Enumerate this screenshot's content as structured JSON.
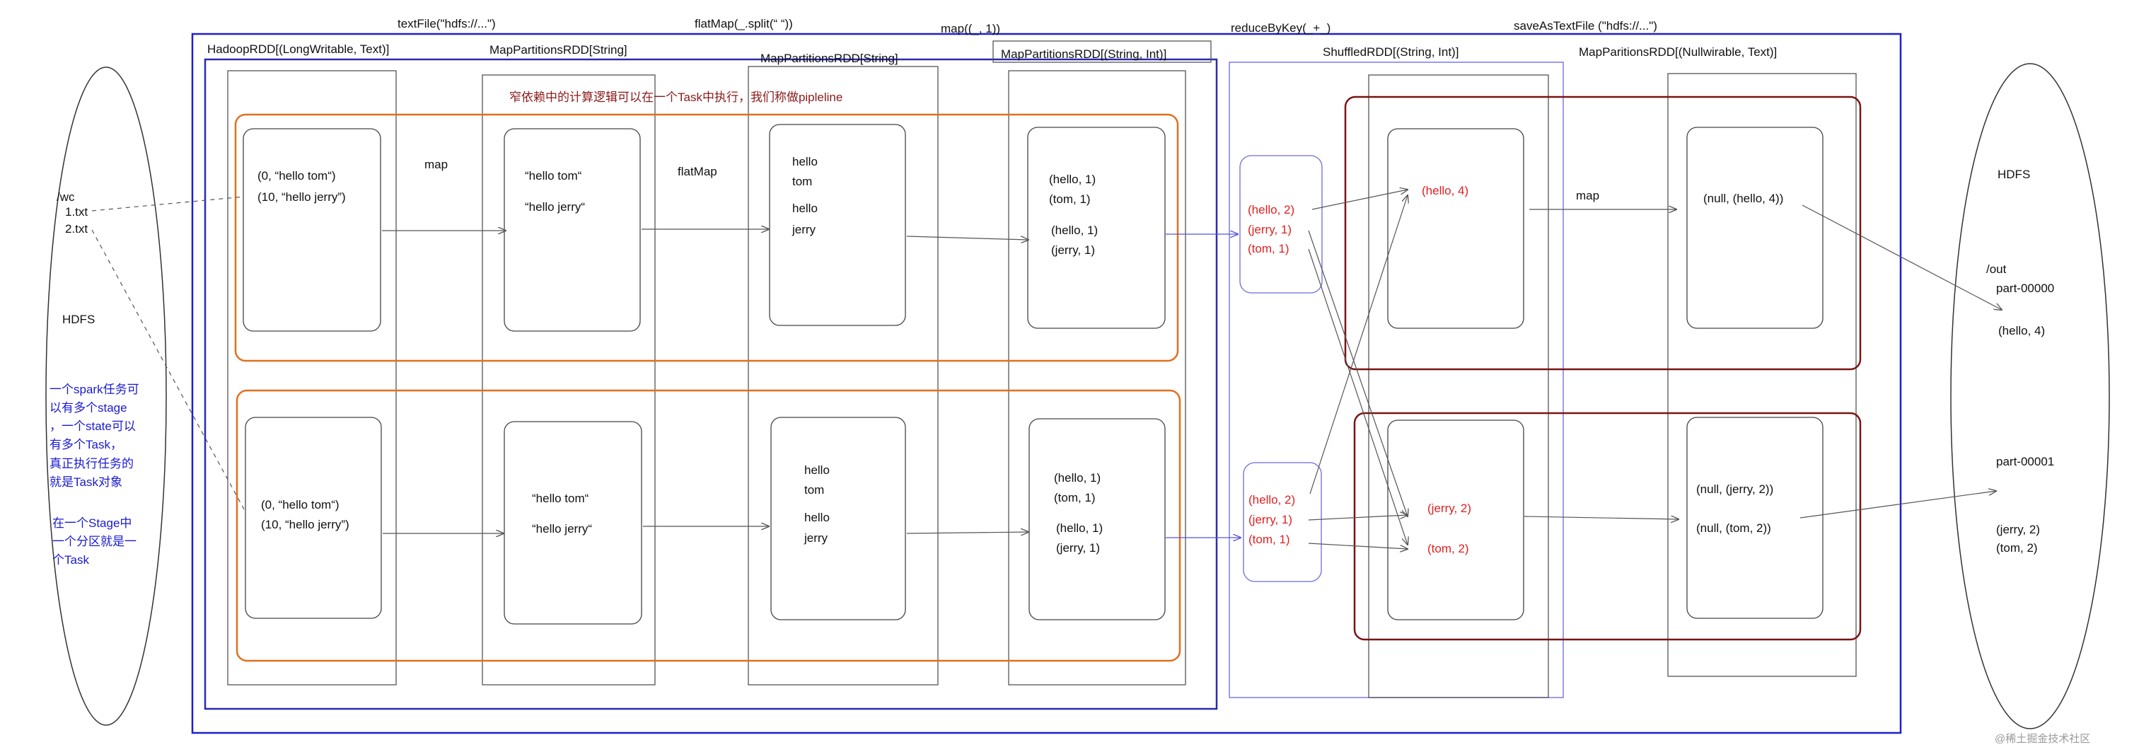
{
  "colors": {
    "stage_border": "#1f1fd0",
    "stage_box_border": "#2a2ab0",
    "pipeline_border": "#e0701f",
    "task_border": "#7a1414",
    "shuffle_group_border": "#7b7be8",
    "partition_border": "#444444",
    "rdd_column_border": "#555555",
    "red_text": "#e02020",
    "blue_text": "#1a1ad0",
    "black_text": "#111111",
    "arrow": "#555555",
    "arrow_blue": "#5555dd"
  },
  "operations": {
    "textfile": "textFile(\"hdfs://...\")",
    "flatmap": "flatMap(_.split(“ “))",
    "map": "map((_, 1))",
    "reducebykey": "reduceByKey(_+_)",
    "saveastextfile": "saveAsTextFile (\"hdfs://...\")"
  },
  "rdds": {
    "hadoop": "HadoopRDD[(LongWritable, Text)]",
    "mappartitions1": "MapPartitionsRDD[String]",
    "mappartitions2": "MapPartitionsRDD[String]",
    "mappartitions3": "MapPartitionsRDD[(String, Int)]",
    "shuffled": "ShuffledRDD[(String, Int)]",
    "mappartitions4": "MapParitionsRDD[(Nullwirable, Text)]"
  },
  "pipeline_note": "窄依赖中的计算逻辑可以在一个Task中执行，我们称做pipleline",
  "edge_labels": {
    "map1": "map",
    "flatmap": "flatMap",
    "map2": "map"
  },
  "hdfs_left": {
    "title": "HDFS",
    "dir": "/wc",
    "file1": "1.txt",
    "file2": "2.txt"
  },
  "hdfs_right": {
    "title": "HDFS",
    "dir": "/out",
    "part0": "part-00000",
    "part0_value": "(hello, 4)",
    "part1": "part-00001",
    "part1_value1": "(jerry, 2)",
    "part1_value2": "(tom, 2)"
  },
  "notes": {
    "stage_lines": [
      "一个spark任务可",
      "以有多个stage",
      "，一个state可以",
      "有多个Task，",
      "真正执行任务的",
      "就是Task对象"
    ],
    "partition_lines": [
      "在一个Stage中",
      "一个分区就是一",
      "个Task"
    ]
  },
  "partitions": {
    "p1_hadoop": [
      "(0, “hello tom“)",
      "(10, “hello jerry”)"
    ],
    "p1_map": [
      "“hello tom“",
      "“hello jerry“"
    ],
    "p1_flat": [
      "hello",
      "tom",
      "hello",
      "jerry"
    ],
    "p1_pairs": [
      "(hello, 1)",
      "(tom, 1)",
      "(hello, 1)",
      "(jerry, 1)"
    ],
    "p2_hadoop": [
      "(0, “hello tom“)",
      "(10, “hello jerry”)"
    ],
    "p2_map": [
      "“hello tom“",
      "“hello jerry“"
    ],
    "p2_flat": [
      "hello",
      "tom",
      "hello",
      "jerry"
    ],
    "p2_pairs": [
      "(hello, 1)",
      "(tom, 1)",
      "(hello, 1)",
      "(jerry, 1)"
    ],
    "g1_combined": [
      "(hello, 2)",
      "(jerry, 1)",
      "(tom, 1)"
    ],
    "g2_combined": [
      "(hello, 2)",
      "(jerry, 1)",
      "(tom, 1)"
    ],
    "s1_reduced": [
      "(hello, 4)"
    ],
    "s2_reduced": [
      "(jerry, 2)",
      "(tom, 2)"
    ],
    "s1_out": [
      "(null, (hello, 4))"
    ],
    "s2_out": [
      "(null, (jerry, 2))",
      "(null, (tom, 2))"
    ]
  },
  "watermark": "@稀土掘金技术社区"
}
